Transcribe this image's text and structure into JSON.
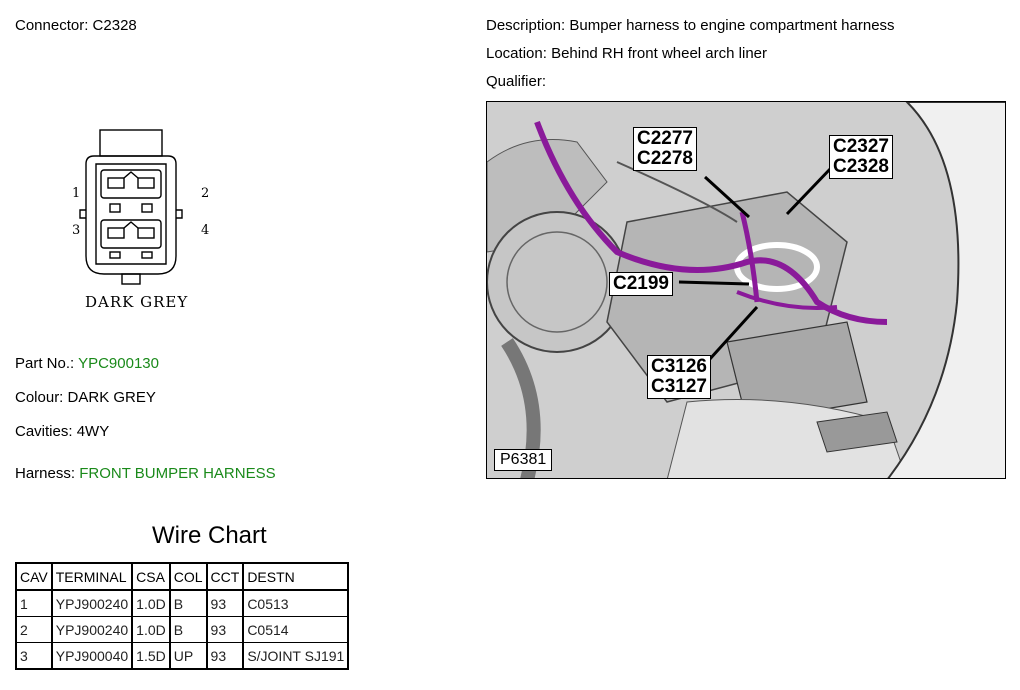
{
  "header": {
    "connector_label": "Connector:",
    "connector_id": "C2328",
    "description_label": "Description:",
    "description": "Bumper harness to engine compartment harness",
    "location_label": "Location:",
    "location": "Behind RH front wheel arch liner",
    "qualifier_label": "Qualifier:",
    "qualifier": ""
  },
  "connector_diagram": {
    "colour_label": "DARK GREY",
    "pins": [
      "1",
      "2",
      "3",
      "4"
    ]
  },
  "details": {
    "part_no_label": "Part No.:",
    "part_no": "YPC900130",
    "colour_label": "Colour:",
    "colour": "DARK GREY",
    "cavities_label": "Cavities:",
    "cavities": "4WY",
    "harness_label": "Harness:",
    "harness": "FRONT BUMPER HARNESS"
  },
  "photo": {
    "callouts": [
      {
        "lines": [
          "C2277",
          "C2278"
        ]
      },
      {
        "lines": [
          "C2327",
          "C2328"
        ]
      },
      {
        "lines": [
          "C2199"
        ]
      },
      {
        "lines": [
          "C3126",
          "C3127"
        ]
      }
    ],
    "reference": "P6381"
  },
  "wire_chart": {
    "title": "Wire Chart",
    "columns": [
      "CAV",
      "TERMINAL",
      "CSA",
      "COL",
      "CCT",
      "DESTN"
    ],
    "rows": [
      [
        "1",
        "YPJ900240",
        "1.0D",
        "B",
        "93",
        "C0513"
      ],
      [
        "2",
        "YPJ900240",
        "1.0D",
        "B",
        "93",
        "C0514"
      ],
      [
        "3",
        "YPJ900040",
        "1.5D",
        "UP",
        "93",
        "S/JOINT SJ191"
      ]
    ]
  },
  "colors": {
    "link_green": "#1a8a1a",
    "harness_purple": "#8a1a9a"
  }
}
